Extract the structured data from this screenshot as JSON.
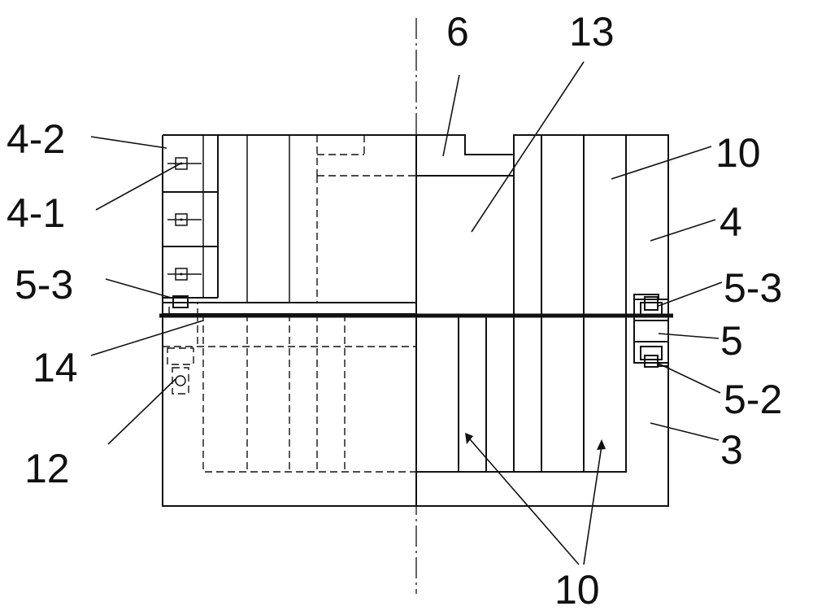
{
  "labels": {
    "part_4_2": "4-2",
    "part_4_1": "4-1",
    "part_5_3_left": "5-3",
    "part_14": "14",
    "part_12": "12",
    "part_6": "6",
    "part_13": "13",
    "part_10_top": "10",
    "part_4": "4",
    "part_5_3_right": "5-3",
    "part_5": "5",
    "part_5_2": "5-2",
    "part_3": "3",
    "part_10_bottom": "10"
  },
  "colors": {
    "line": "#111111",
    "background": "#ffffff"
  }
}
